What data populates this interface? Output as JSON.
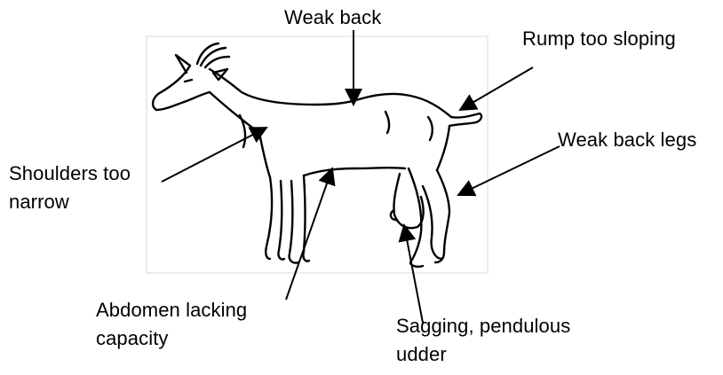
{
  "labels": {
    "weak_back": "Weak back",
    "rump": "Rump too sloping",
    "back_legs": "Weak back legs",
    "shoulders_line1": "Shoulders too",
    "shoulders_line2": "narrow",
    "abdomen_line1": "Abdomen lacking",
    "abdomen_line2": "capacity",
    "udder_line1": "Sagging, pendulous",
    "udder_line2": "udder"
  },
  "colors": {
    "ink": "#000000",
    "frame": "#d9d9d9",
    "background": "#ffffff"
  }
}
